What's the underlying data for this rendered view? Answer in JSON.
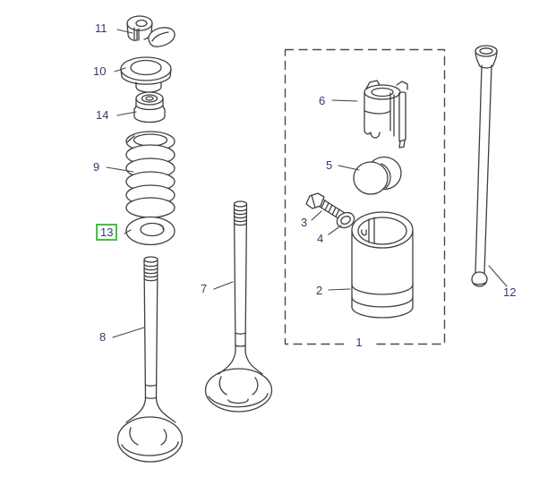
{
  "diagram": {
    "kind": "exploded-parts-diagram",
    "background_color": "#ffffff",
    "line_color": "#3f3f3f",
    "label_color": "#333a70",
    "highlight_border_color": "#3fc43f",
    "dashed_group_box": true,
    "highlighted_callout": "13",
    "callouts": [
      {
        "label": "1",
        "highlighted": false
      },
      {
        "label": "2",
        "highlighted": false
      },
      {
        "label": "3",
        "highlighted": false
      },
      {
        "label": "4",
        "highlighted": false
      },
      {
        "label": "5",
        "highlighted": false
      },
      {
        "label": "6",
        "highlighted": false
      },
      {
        "label": "7",
        "highlighted": false
      },
      {
        "label": "8",
        "highlighted": false
      },
      {
        "label": "9",
        "highlighted": false
      },
      {
        "label": "10",
        "highlighted": false
      },
      {
        "label": "11",
        "highlighted": false
      },
      {
        "label": "12",
        "highlighted": false
      },
      {
        "label": "13",
        "highlighted": true
      },
      {
        "label": "14",
        "highlighted": false
      }
    ]
  }
}
